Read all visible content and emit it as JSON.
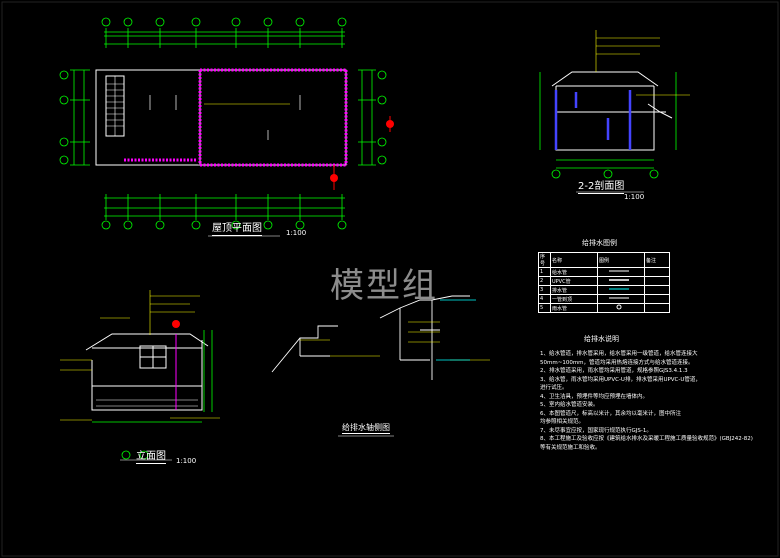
{
  "watermark": "模型组",
  "views": {
    "roof_plan": {
      "title": "屋顶平面图",
      "scale": "1:100"
    },
    "section": {
      "title": "2-2剖面图",
      "scale": "1:100"
    },
    "elevation": {
      "title": "立面图",
      "scale": "1:100"
    },
    "axonometric": {
      "title": "给排水轴侧图"
    }
  },
  "legend": {
    "title": "给排水图例",
    "headers": [
      "序号",
      "名称",
      "图例",
      "备注"
    ],
    "rows": [
      {
        "no": "1",
        "name": "给水管"
      },
      {
        "no": "2",
        "name": "UPVC管"
      },
      {
        "no": "3",
        "name": "排水管"
      },
      {
        "no": "4",
        "name": "一管到顶"
      },
      {
        "no": "5",
        "name": "雨水管"
      }
    ]
  },
  "notes": {
    "title": "给排水说明",
    "items": [
      "1、给水管道，排水管采用，给水管采用一级管道，给水管连接大",
      "   50mm~100mm，管道均采用热熔连接方式与给水管道连接。",
      "2、排水管道采用，雨水管均采用管道，规格参照GJS3.4.1.3",
      "3、给水管，雨水管均采用UPVC-U排，排水管采用UPVC-U管道，",
      "   进行试压。",
      "4、卫生洁具，预埋件等均应预埋在墙体内。",
      "5、室内给水管道安装。",
      "6、本图管道尺，标高以米计，其余均以毫米计，图中所注",
      "   均参照相关规范。",
      "7、未尽事宜应按，国家现行规范执行GJS-1。",
      "8、本工程施工及验收应按《建筑给水排水及采暖工程施工质量验收规范》(GBJ242-82)",
      "   等有关规范施工和验收。"
    ]
  },
  "colors": {
    "background": "#000000",
    "lines": "#ffffff",
    "dims": "#00ff00",
    "text": "#ffff00",
    "accent": "#ff00ff",
    "marker": "#ff0000"
  }
}
